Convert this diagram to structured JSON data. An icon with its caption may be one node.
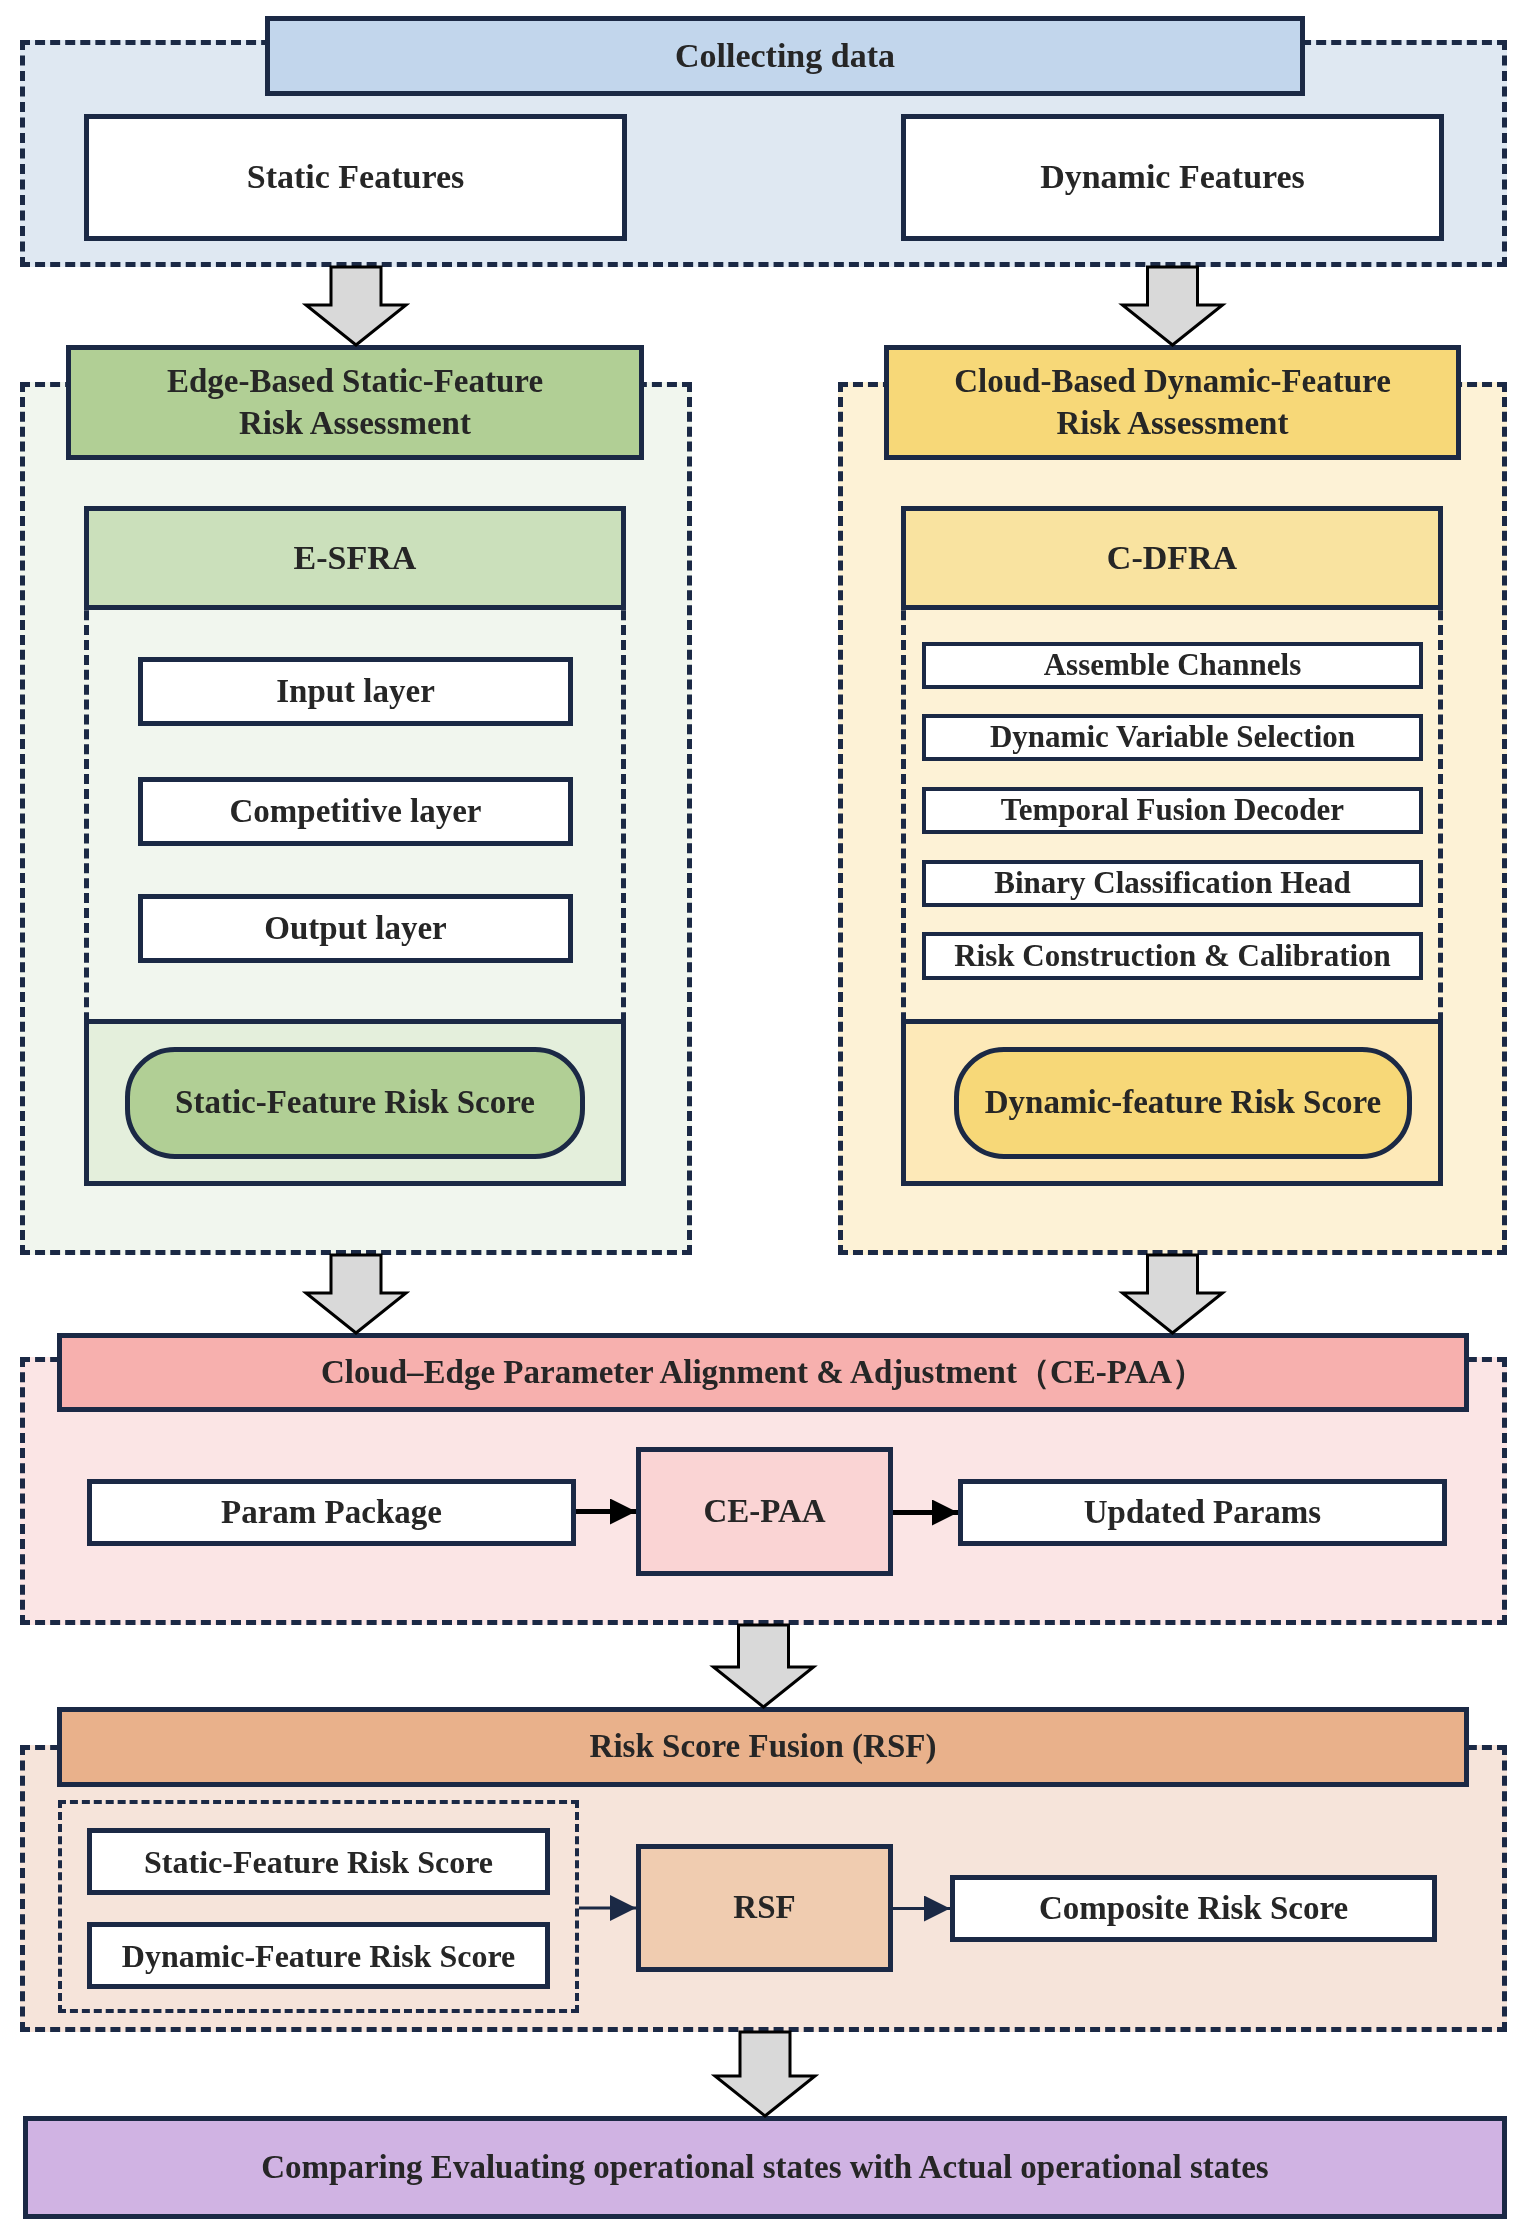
{
  "diagram": {
    "nodes": [
      {
        "text": [
          "Collecting data"
        ]
      },
      {
        "text": [
          "Static Features"
        ],
        "in": 0
      },
      {
        "text": [
          "Dynamic Features"
        ],
        "in": 0
      },
      {
        "text": [
          "Edge-Based Static-Feature Risk Assessment"
        ]
      },
      {
        "text": [
          "E-SFRA"
        ],
        "in": 3
      },
      {
        "text": [
          "Input layer"
        ],
        "in": 4
      },
      {
        "text": [
          "Competitive layer"
        ],
        "in": 4
      },
      {
        "text": [
          "Output layer"
        ],
        "in": 4
      },
      {
        "text": [],
        "shape": "box",
        "in": 4
      },
      {
        "text": [
          "Static-Feature Risk Score"
        ],
        "in": 8
      },
      {
        "text": [
          "Cloud-Based Dynamic-Feature Risk Assessment"
        ]
      },
      {
        "text": [
          "C-DFRA"
        ],
        "in": 10
      },
      {
        "text": [
          "Assemble Channels"
        ],
        "in": 11
      },
      {
        "text": [
          "Dynamic Variable Selection"
        ],
        "in": 11
      },
      {
        "text": [
          "Temporal Fusion Decoder"
        ],
        "in": 11
      },
      {
        "text": [
          "Binary Classification Head"
        ],
        "in": 11
      },
      {
        "text": [
          "Risk Construction & Calibration"
        ],
        "in": 11
      },
      {
        "text": [],
        "shape": "box",
        "in": 11
      },
      {
        "text": [
          "Dynamic-feature Risk Score"
        ],
        "in": 17
      },
      {
        "text": [
          "Cloud–Edge Parameter Alignment & Adjustment（CE-PAA）"
        ]
      },
      {
        "text": [
          "Param Package"
        ],
        "in": 19
      },
      {
        "text": [
          "CE-PAA"
        ],
        "in": 19
      },
      {
        "text": [
          "Updated Params"
        ],
        "in": 19
      },
      {
        "text": [
          "Risk Score Fusion (RSF)"
        ]
      },
      {
        "text": [],
        "shape": "box",
        "in": 23
      },
      {
        "text": [
          "Static-Feature Risk Score"
        ],
        "in": 24
      },
      {
        "text": [
          "Dynamic-Feature Risk Score"
        ],
        "in": 24
      },
      {
        "text": [
          "RSF"
        ],
        "in": 23
      },
      {
        "text": [
          "Composite Risk Score"
        ],
        "in": 23
      },
      {
        "text": [
          "Comparing Evaluating operational states with Actual operational states"
        ]
      }
    ],
    "edges": [
      {
        "from": 0,
        "to": 3,
        "arrow": "to",
        "style": "thick"
      },
      {
        "from": 0,
        "to": 10,
        "arrow": "to",
        "style": "thick"
      },
      {
        "from": 3,
        "to": 19,
        "arrow": "to",
        "style": "thick"
      },
      {
        "from": 10,
        "to": 19,
        "arrow": "to",
        "style": "thick"
      },
      {
        "from": 20,
        "to": 21,
        "arrow": "to",
        "color": "#000000"
      },
      {
        "from": 21,
        "to": 22,
        "arrow": "to",
        "color": "#000000"
      },
      {
        "from": 19,
        "to": 23,
        "arrow": "to",
        "style": "thick"
      },
      {
        "from": 24,
        "to": 27,
        "arrow": "to"
      },
      {
        "from": 27,
        "to": 28,
        "arrow": "to"
      },
      {
        "from": 23,
        "to": 29,
        "arrow": "to",
        "style": "thick"
      }
    ]
  }
}
